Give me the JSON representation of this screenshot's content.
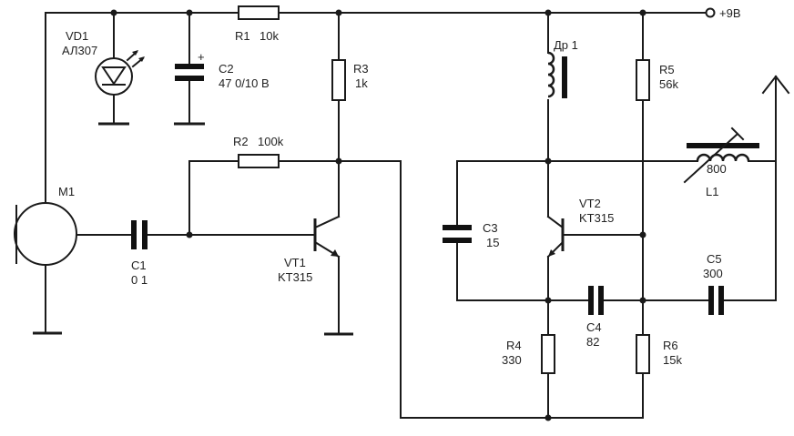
{
  "supply": {
    "label": "+9В"
  },
  "components": {
    "vd1": {
      "ref": "VD1",
      "value": "АЛ307"
    },
    "c2": {
      "ref": "C2",
      "value": "47 0/10 В",
      "polarity": "+"
    },
    "r1": {
      "ref": "R1",
      "value": "10k"
    },
    "r3": {
      "ref": "R3",
      "value": "1k"
    },
    "r2": {
      "ref": "R2",
      "value": "100k"
    },
    "m1": {
      "ref": "M1"
    },
    "c1": {
      "ref": "C1",
      "value": "0 1"
    },
    "vt1": {
      "ref": "VT1",
      "value": "KT315"
    },
    "dr1": {
      "ref": "Др 1"
    },
    "r5": {
      "ref": "R5",
      "value": "56k"
    },
    "l1": {
      "ref": "L1",
      "value": "800"
    },
    "c3": {
      "ref": "C3",
      "value": "15"
    },
    "vt2": {
      "ref": "VT2",
      "value": "KT315"
    },
    "c5": {
      "ref": "C5",
      "value": "300"
    },
    "c4": {
      "ref": "C4",
      "value": "82"
    },
    "r4": {
      "ref": "R4",
      "value": "330"
    },
    "r6": {
      "ref": "R6",
      "value": "15k"
    }
  }
}
